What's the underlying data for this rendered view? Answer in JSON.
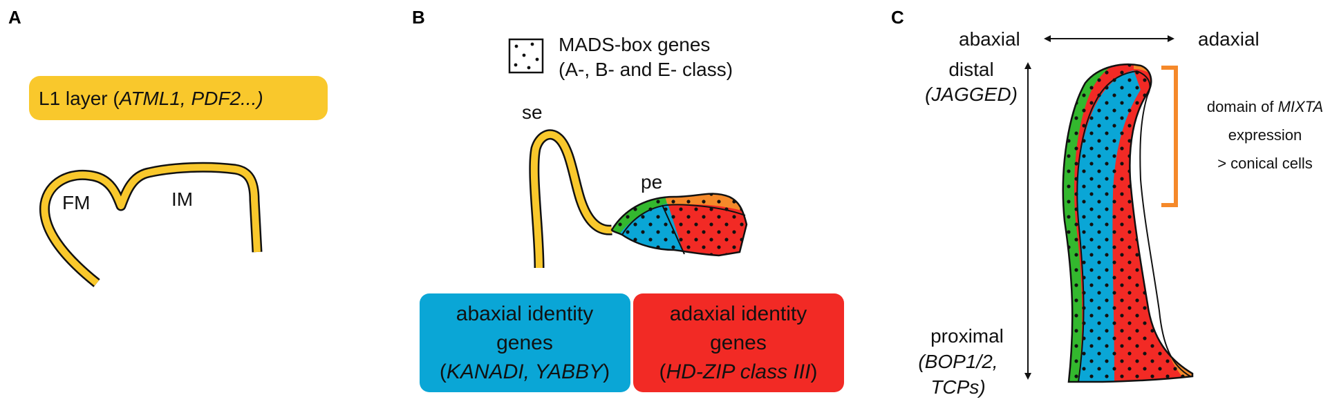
{
  "colors": {
    "l1": "#F9C82C",
    "abaxial": "#0AA6D6",
    "adaxial": "#F22A25",
    "green": "#33B82E",
    "orange": "#F5892A",
    "outline": "#111111"
  },
  "panel_a": {
    "letter": "A",
    "box_text_prefix": "L1 layer (",
    "box_text_italic": "ATML1, PDF2...)",
    "label_fm": "FM",
    "label_im": "IM"
  },
  "panel_b": {
    "letter": "B",
    "legend_line1": "MADS-box genes",
    "legend_line2": "(A-, B- and E- class)",
    "label_se": "se",
    "label_pe": "pe",
    "abaxial_box": {
      "line1": "abaxial identity",
      "line2": "genes",
      "line3_open": "(",
      "line3_italic": "KANADI, YABBY",
      "line3_close": ")"
    },
    "adaxial_box": {
      "line1": "adaxial identity",
      "line2": "genes",
      "line3_open": "(",
      "line3_italic": "HD-ZIP class III",
      "line3_close": ")"
    }
  },
  "panel_c": {
    "letter": "C",
    "abaxial": "abaxial",
    "adaxial": "adaxial",
    "distal": "distal",
    "distal_gene": "(JAGGED)",
    "proximal": "proximal",
    "proximal_gene1": "(BOP1/2,",
    "proximal_gene2": "TCPs)",
    "mixta_line1_prefix": "domain of ",
    "mixta_line1_italic": "MIXTA",
    "mixta_line2": "expression",
    "mixta_line3": "> conical cells"
  }
}
